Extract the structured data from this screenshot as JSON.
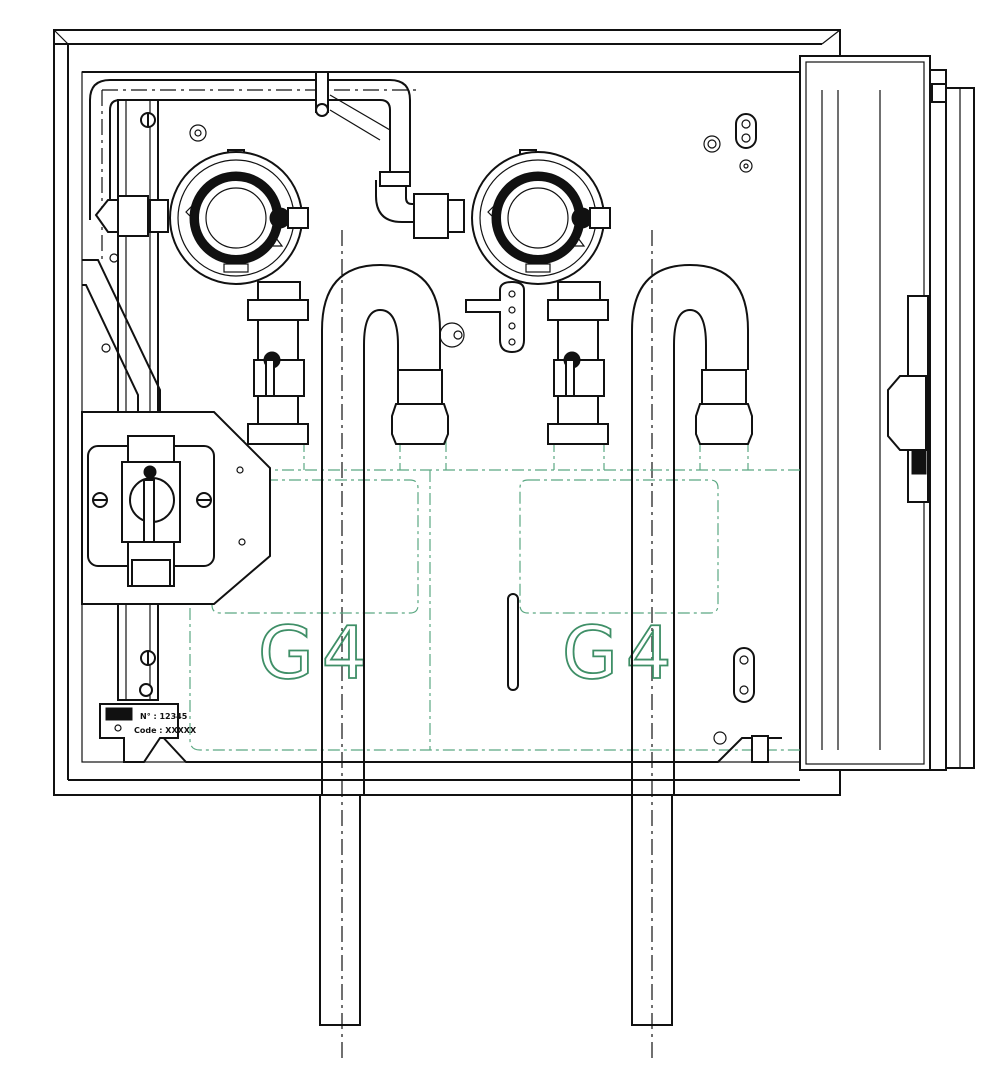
{
  "meters": [
    {
      "label": "G4"
    },
    {
      "label": "G4"
    }
  ],
  "plate": {
    "number_line": "N° : 12345",
    "code_line": "Code : XXXXX"
  }
}
